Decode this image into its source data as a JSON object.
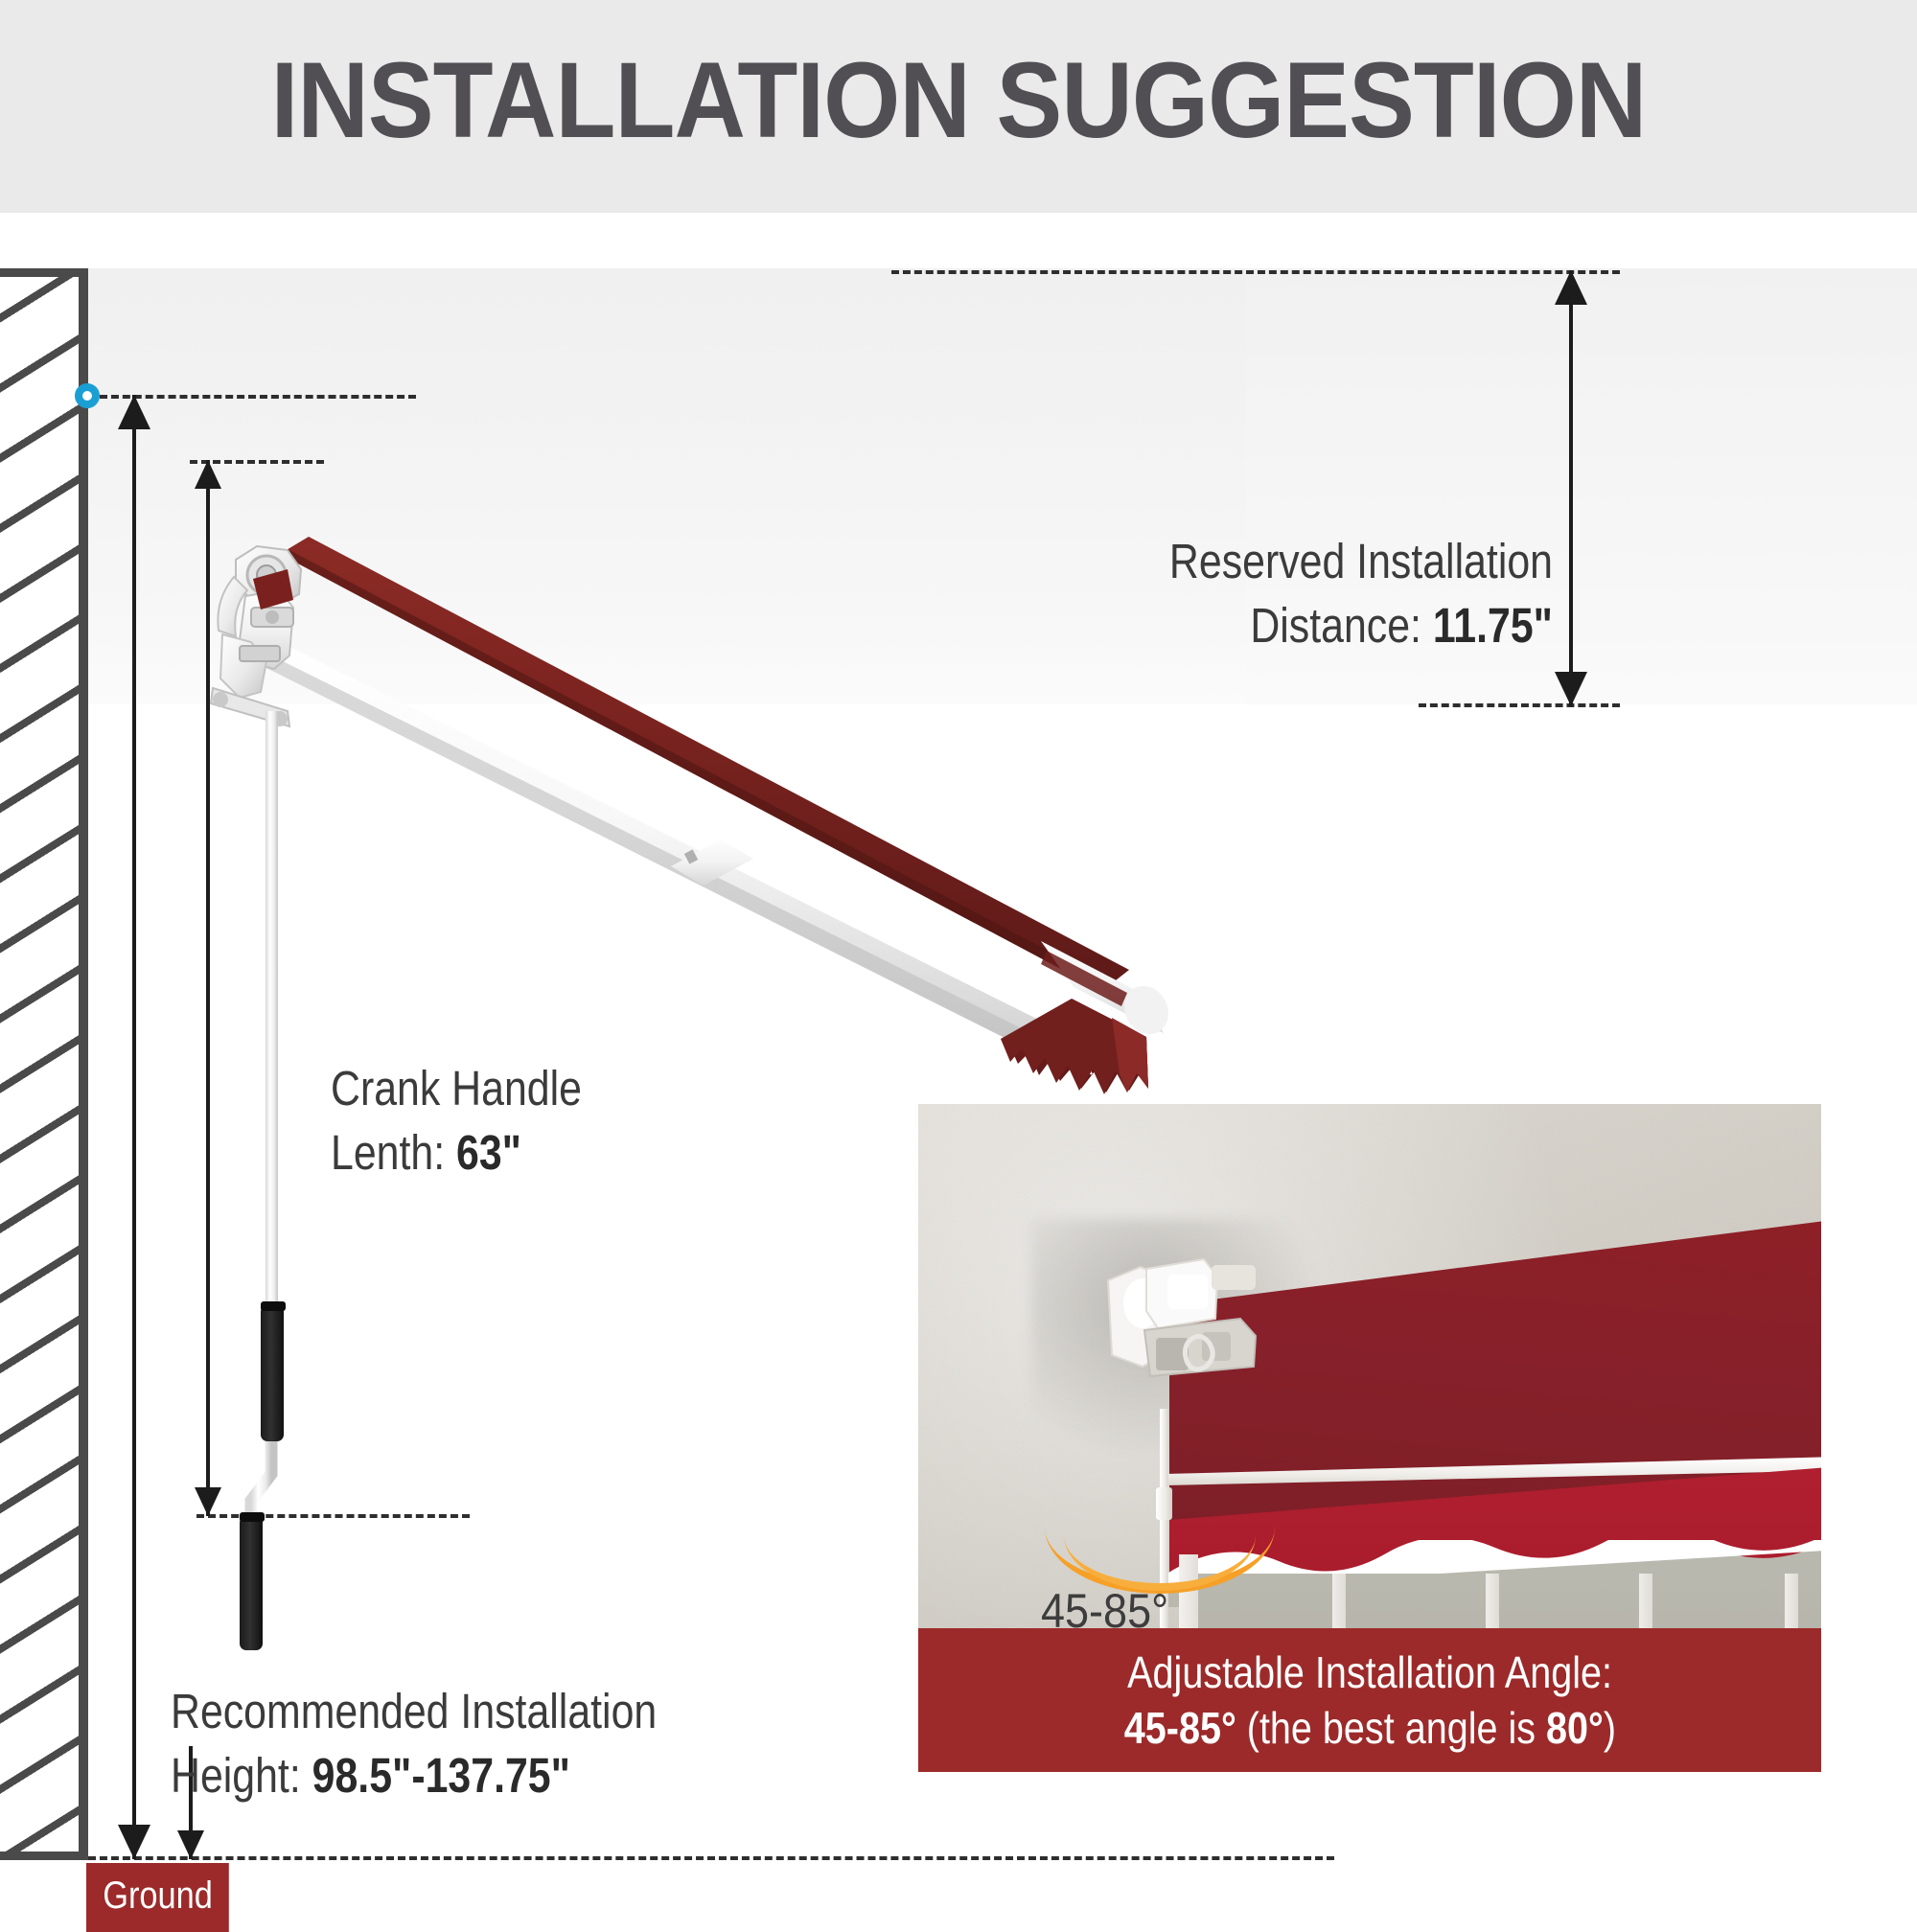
{
  "header": {
    "title": "INSTALLATION SUGGESTION",
    "background": "#eaeaea",
    "text_color": "#514f54"
  },
  "colors": {
    "accent_red": "#9c2a2a",
    "fabric_red": "#8e1f26",
    "valance_red": "#b01f2f",
    "marker_cyan": "#1a9fd4",
    "arc_orange": "#f6a028",
    "line_dark": "#2e2e2e",
    "wall_hatch": "#4a4a4a"
  },
  "callouts": {
    "reserved_distance": {
      "label_line1": "Reserved Installation",
      "label_line2": "Distance: ",
      "value": "11.75\""
    },
    "crank_handle": {
      "label_line1": "Crank Handle",
      "label_line2": "Lenth: ",
      "value": "63\""
    },
    "installation_height": {
      "label_line1": "Recommended Installation",
      "label_line2": "Height: ",
      "value": "98.5\"-137.75\""
    }
  },
  "ground": {
    "label": "Ground"
  },
  "photo": {
    "angle_label": "45-85°",
    "caption_line1": "Adjustable Installation Angle:",
    "caption_value_1": "45-85°",
    "caption_mid": " (the best angle is ",
    "caption_value_2": "80°",
    "caption_end": ")"
  },
  "icons": {
    "anchor_marker": "anchor-point-icon",
    "angle_arc": "angle-arc-icon"
  }
}
